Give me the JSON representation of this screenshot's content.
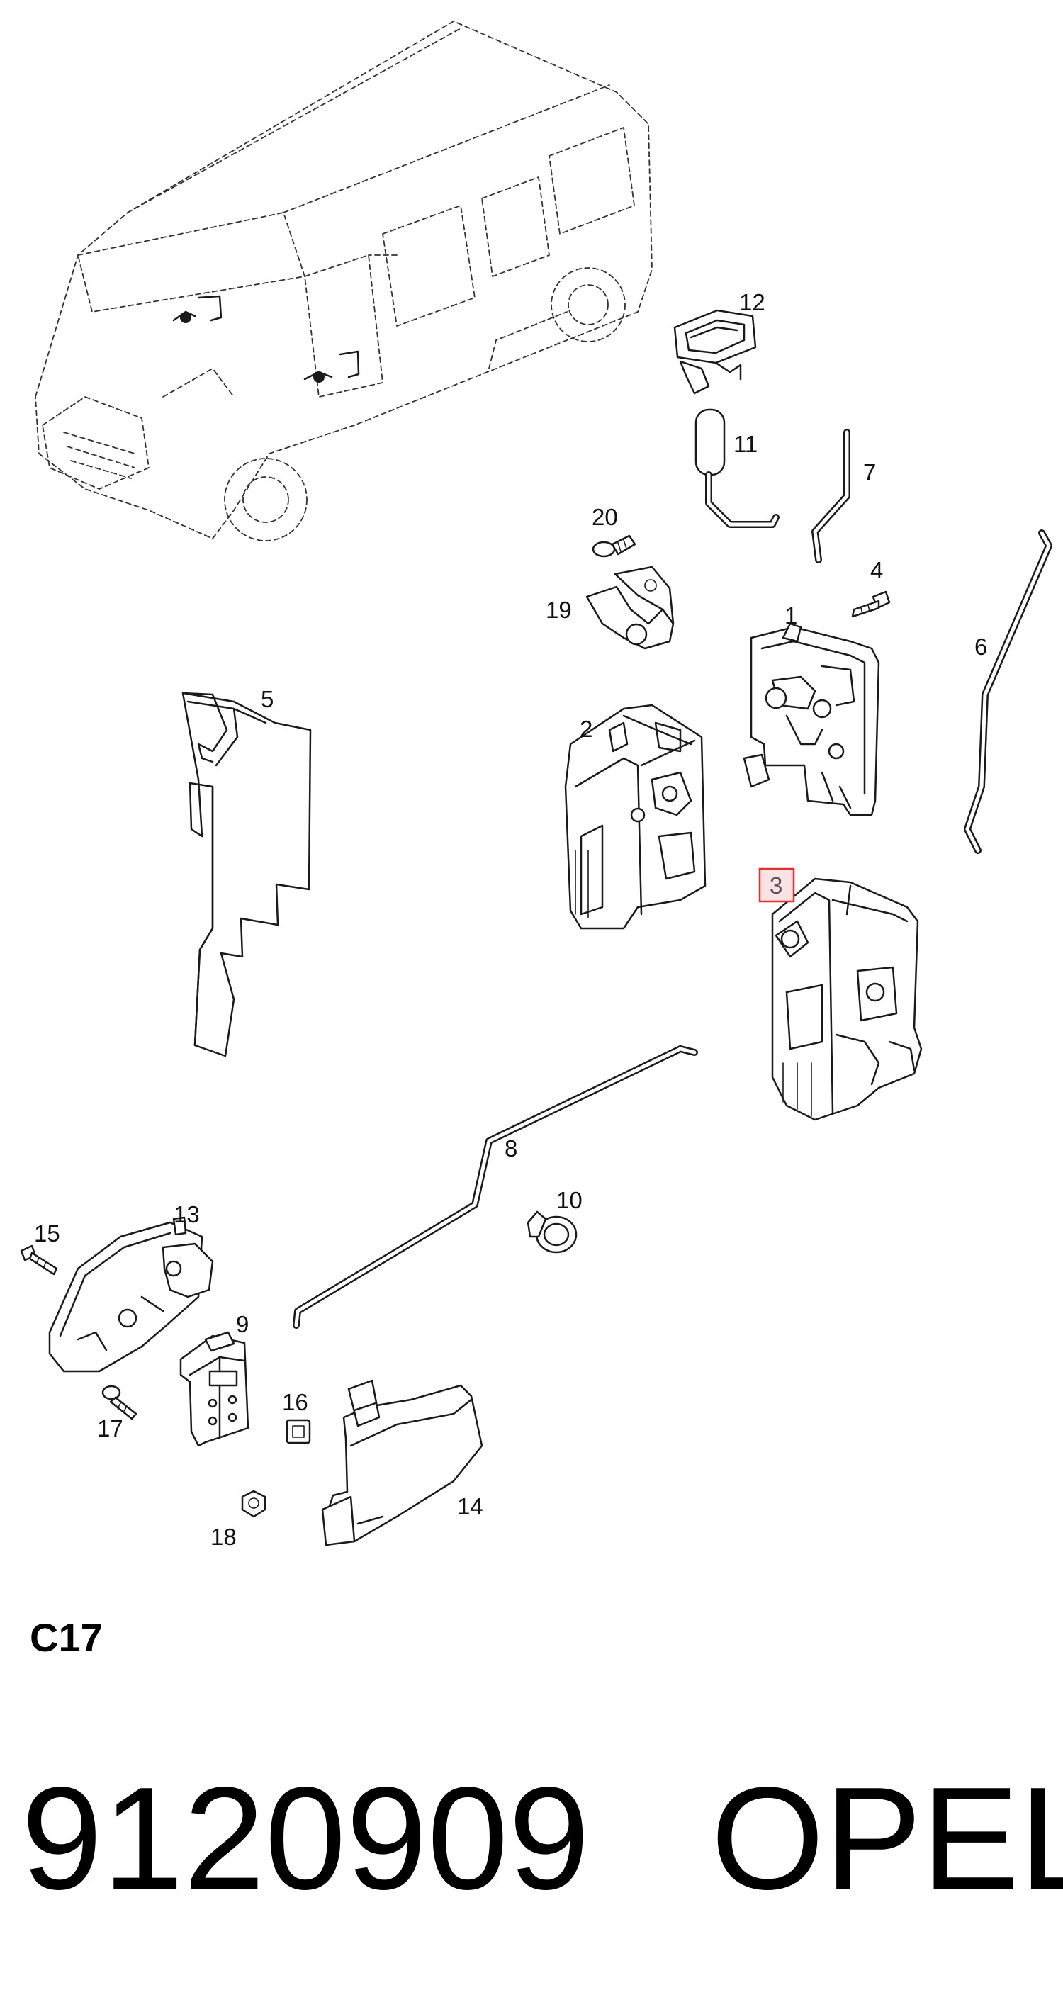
{
  "callouts": {
    "p1": "1",
    "p2": "2",
    "p3": "3",
    "p4": "4",
    "p5": "5",
    "p6": "6",
    "p7": "7",
    "p8": "8",
    "p9": "9",
    "p10": "10",
    "p11": "11",
    "p12": "12",
    "p13": "13",
    "p14": "14",
    "p15": "15",
    "p16": "16",
    "p17": "17",
    "p18": "18",
    "p19": "19",
    "p20": "20"
  },
  "highlight": {
    "callout": "3",
    "color": "#e03030",
    "fill": "#fbe3e3"
  },
  "section_code": "C17",
  "part_number": "9120909",
  "brand": "OPEL"
}
